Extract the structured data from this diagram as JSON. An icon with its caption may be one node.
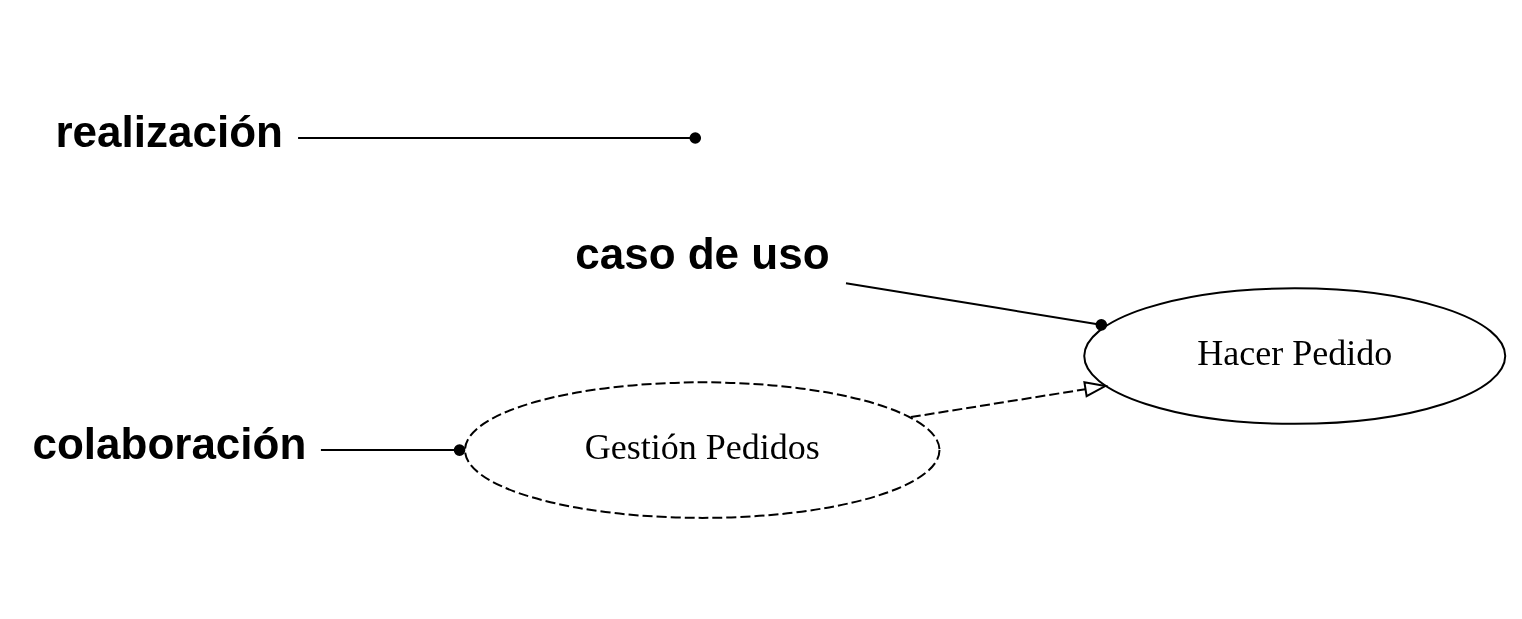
{
  "diagram": {
    "nodes": [
      {
        "text": [
          "caso de uso"
        ]
      },
      {
        "text": [
          "Hacer Pedido"
        ]
      },
      {
        "text": [
          "colaboración"
        ]
      },
      {
        "text": [
          "Gestión Pedidos"
        ]
      },
      {
        "text": [
          "realización"
        ]
      }
    ],
    "edges": [
      {
        "from": 0,
        "to": 1,
        "arrow": "other"
      },
      {
        "from": 2,
        "to": 3,
        "arrow": "other"
      },
      {
        "from": 3,
        "to": 1,
        "arrow": "to",
        "style": "dashed"
      },
      {
        "from": 4,
        "to": null,
        "arrow": "other"
      }
    ]
  }
}
